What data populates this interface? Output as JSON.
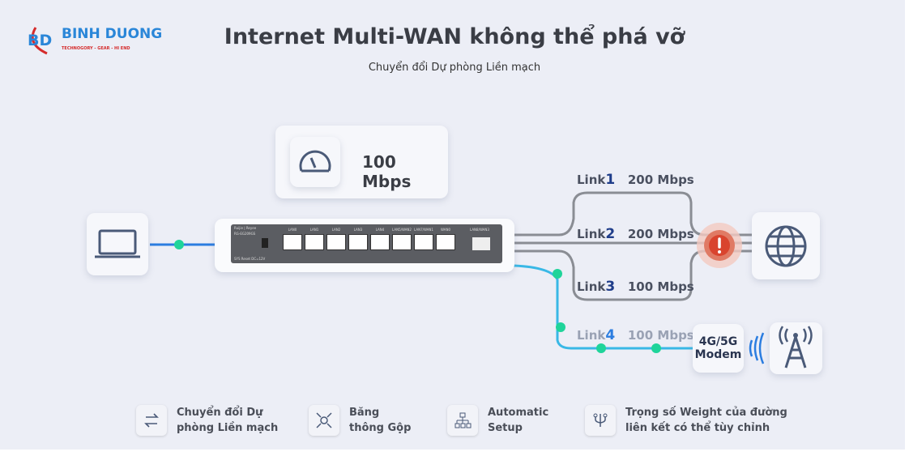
{
  "logo": {
    "brand": "BINH DUONG",
    "tagline": "TECHNOGORY - GEAR - HI END",
    "initials": "BD"
  },
  "title": "Internet Multi-WAN không thể phá vỡ",
  "subtitle": "Chuyển đổi Dự phòng Liền mạch",
  "speed": "100 Mbps",
  "switch": {
    "brand": "Ruijie | Reyee",
    "model": "RG-EG209GS",
    "ports": [
      "LAN0",
      "LAN1",
      "LAN2",
      "LAN3",
      "LAN4",
      "LAN5/WAN2",
      "LAN7/WAN1",
      "WAN0"
    ],
    "sfp": "LAN8/WAN3",
    "bottom": "SYS Reset DC=12V"
  },
  "links": [
    {
      "name": "Link",
      "num": "1",
      "speed": "200 Mbps"
    },
    {
      "name": "Link",
      "num": "2",
      "speed": "200 Mbps"
    },
    {
      "name": "Link",
      "num": "3",
      "speed": "100 Mbps"
    },
    {
      "name": "Link",
      "num": "4",
      "speed": "100 Mbps"
    }
  ],
  "modem": {
    "line1": "4G/5G",
    "line2": "Modem"
  },
  "features": [
    {
      "line1": "Chuyển đổi Dự",
      "line2": "phòng Liền mạch",
      "icon": "switch-arrows-icon"
    },
    {
      "line1": "Băng",
      "line2": "thông Gộp",
      "icon": "aggregate-icon"
    },
    {
      "line1": "Automatic",
      "line2": "Setup",
      "icon": "network-tree-icon"
    },
    {
      "line1": "Trọng số Weight của đường",
      "line2": "liên kết có thể tùy chỉnh",
      "icon": "usb-branch-icon"
    }
  ],
  "colors": {
    "link_gray": "#8a8d94",
    "link4": "#39b8e6",
    "node": "#1fd49a",
    "alert": "#d9442e",
    "laptop_line": "#2b7de0"
  }
}
